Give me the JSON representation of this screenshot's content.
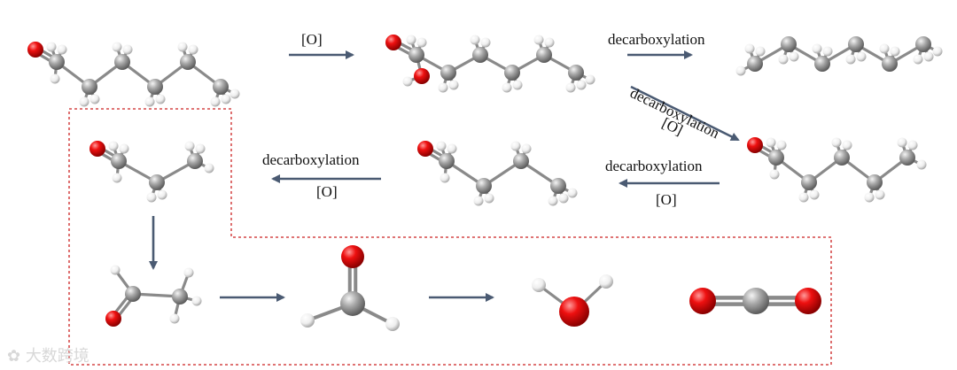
{
  "labels": {
    "oxidation": "[O]",
    "decarboxylation": "decarboxylation"
  },
  "watermark": "大数跨境",
  "colors": {
    "arrow": "#4a5a72",
    "carbon": "#9a9a9a",
    "oxygen": "#e00000",
    "hydrogen": "#f2f2f2",
    "bond": "#8a8a8a",
    "box_border": "#cc2222"
  }
}
